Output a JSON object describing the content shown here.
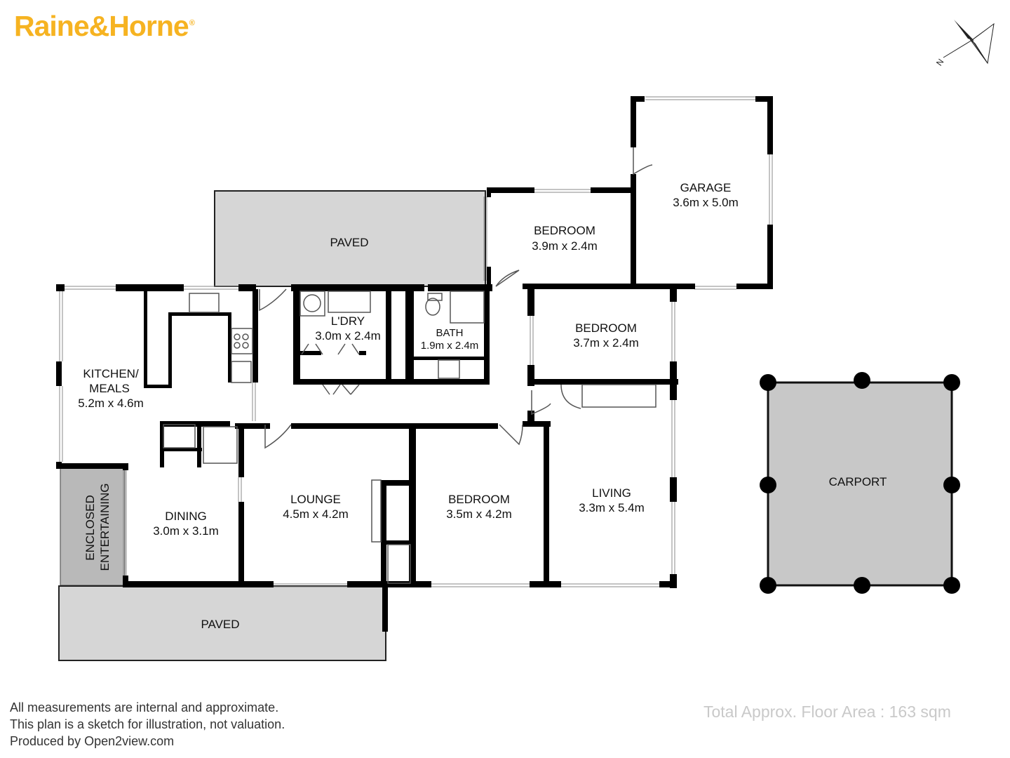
{
  "brand": {
    "name": "Raine&Horne",
    "color": "#f6b321"
  },
  "compass": {
    "label": "N"
  },
  "rooms": {
    "paved_top": {
      "name": "PAVED"
    },
    "bedroom_top": {
      "name": "BEDROOM",
      "size": "3.9m x 2.4m"
    },
    "garage": {
      "name": "GARAGE",
      "size": "3.6m x 5.0m"
    },
    "kitchen": {
      "name1": "KITCHEN/",
      "name2": "MEALS",
      "size": "5.2m x 4.6m"
    },
    "laundry": {
      "name": "L'DRY",
      "size": "3.0m x 2.4m"
    },
    "bath": {
      "name": "BATH",
      "size": "1.9m x 2.4m"
    },
    "bedroom_right": {
      "name": "BEDROOM",
      "size": "3.7m x 2.4m"
    },
    "carport": {
      "name": "CARPORT"
    },
    "enclosed": {
      "name1": "ENCLOSED",
      "name2": "ENTERTAINING"
    },
    "dining": {
      "name": "DINING",
      "size": "3.0m x 3.1m"
    },
    "lounge": {
      "name": "LOUNGE",
      "size": "4.5m x 4.2m"
    },
    "bedroom_mid": {
      "name": "BEDROOM",
      "size": "3.5m x 4.2m"
    },
    "living": {
      "name": "LIVING",
      "size": "3.3m x 5.4m"
    },
    "paved_bottom": {
      "name": "PAVED"
    }
  },
  "disclaimer": [
    "All measurements are internal and approximate.",
    "This plan is a sketch for illustration, not valuation.",
    "Produced by Open2view.com"
  ],
  "total_area": "Total Approx. Floor Area : 163 sqm",
  "colors": {
    "wall": "#000000",
    "outdoor_fill": "#d6d6d6",
    "carport_fill": "#c8c8c8",
    "enclosed_fill": "#b9b9b9"
  }
}
